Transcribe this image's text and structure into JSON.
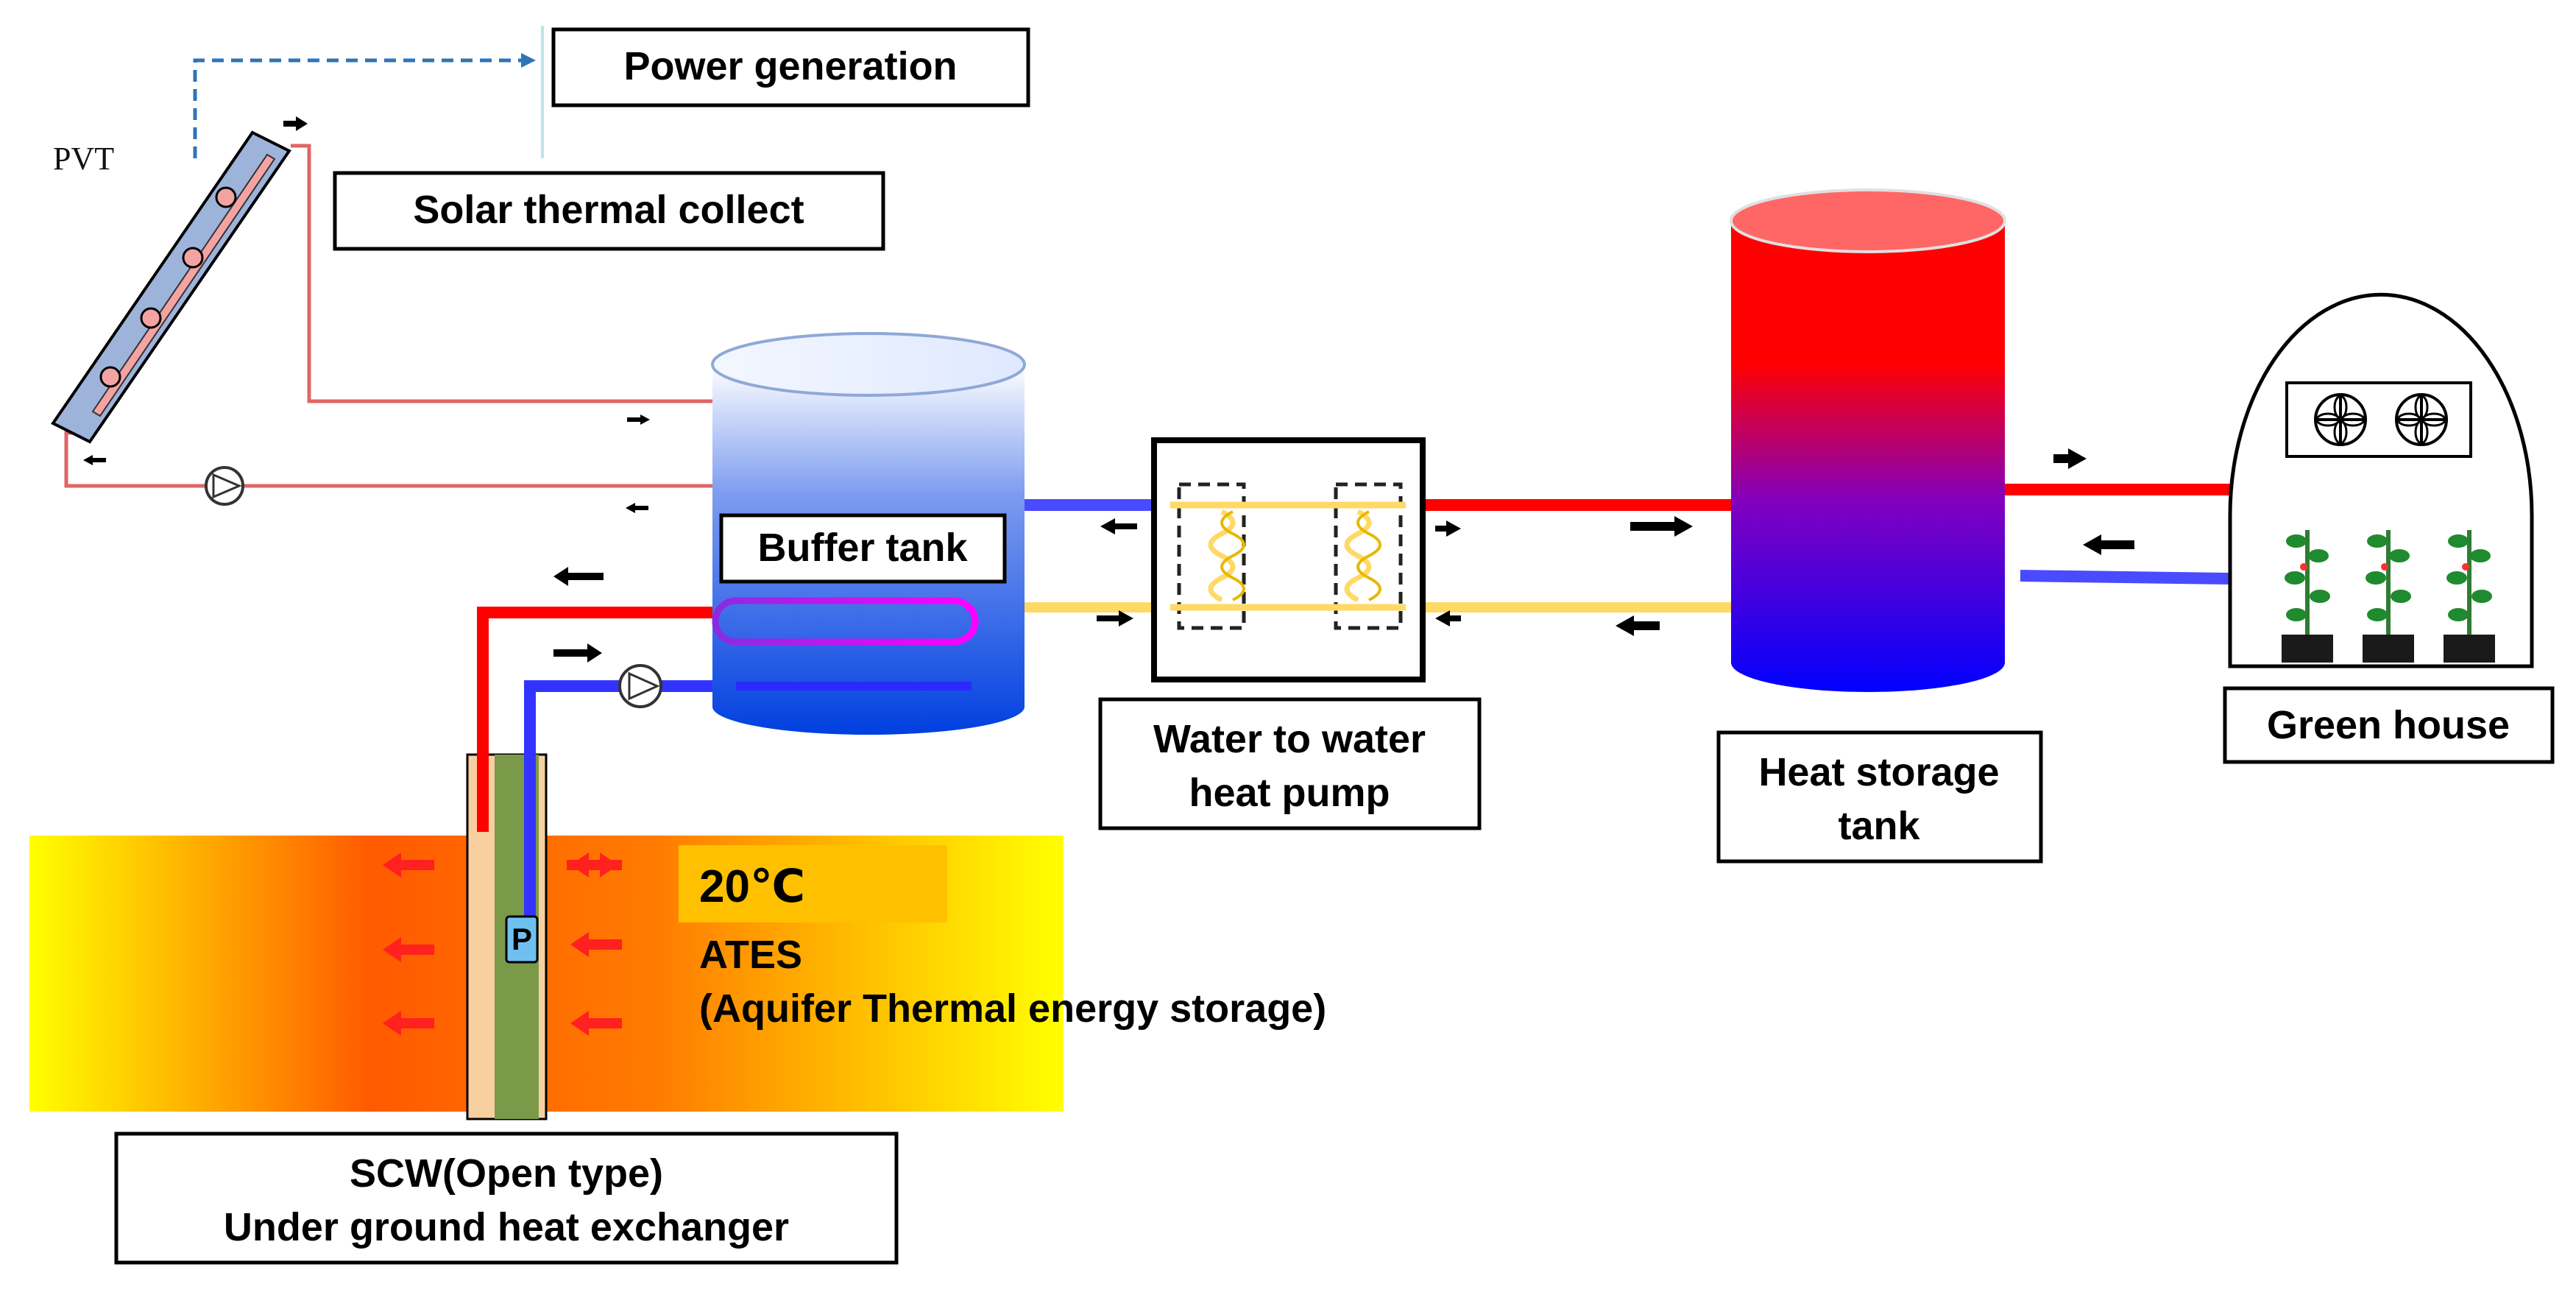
{
  "labels": {
    "power_generation": "Power generation",
    "solar_thermal_collect": "Solar thermal collect",
    "pvt": "PVT",
    "buffer_tank": "Buffer tank",
    "heat_pump_line1": "Water to water",
    "heat_pump_line2": "heat pump",
    "heat_storage_line1": "Heat storage",
    "heat_storage_line2": "tank",
    "green_house": "Green house",
    "temperature": "20℃",
    "ates_line1": "ATES",
    "ates_line2": "(Aquifer Thermal energy storage)",
    "pump_marker": "P",
    "scw_line1": "SCW(Open type)",
    "scw_line2": "Under ground heat exchanger"
  },
  "colors": {
    "hot_pipe": "#ff0000",
    "cold_pipe": "#3333ff",
    "warm_pipe": "#ffd966",
    "solar_pipe": "#e06666",
    "signal_line": "#2e75b6"
  }
}
